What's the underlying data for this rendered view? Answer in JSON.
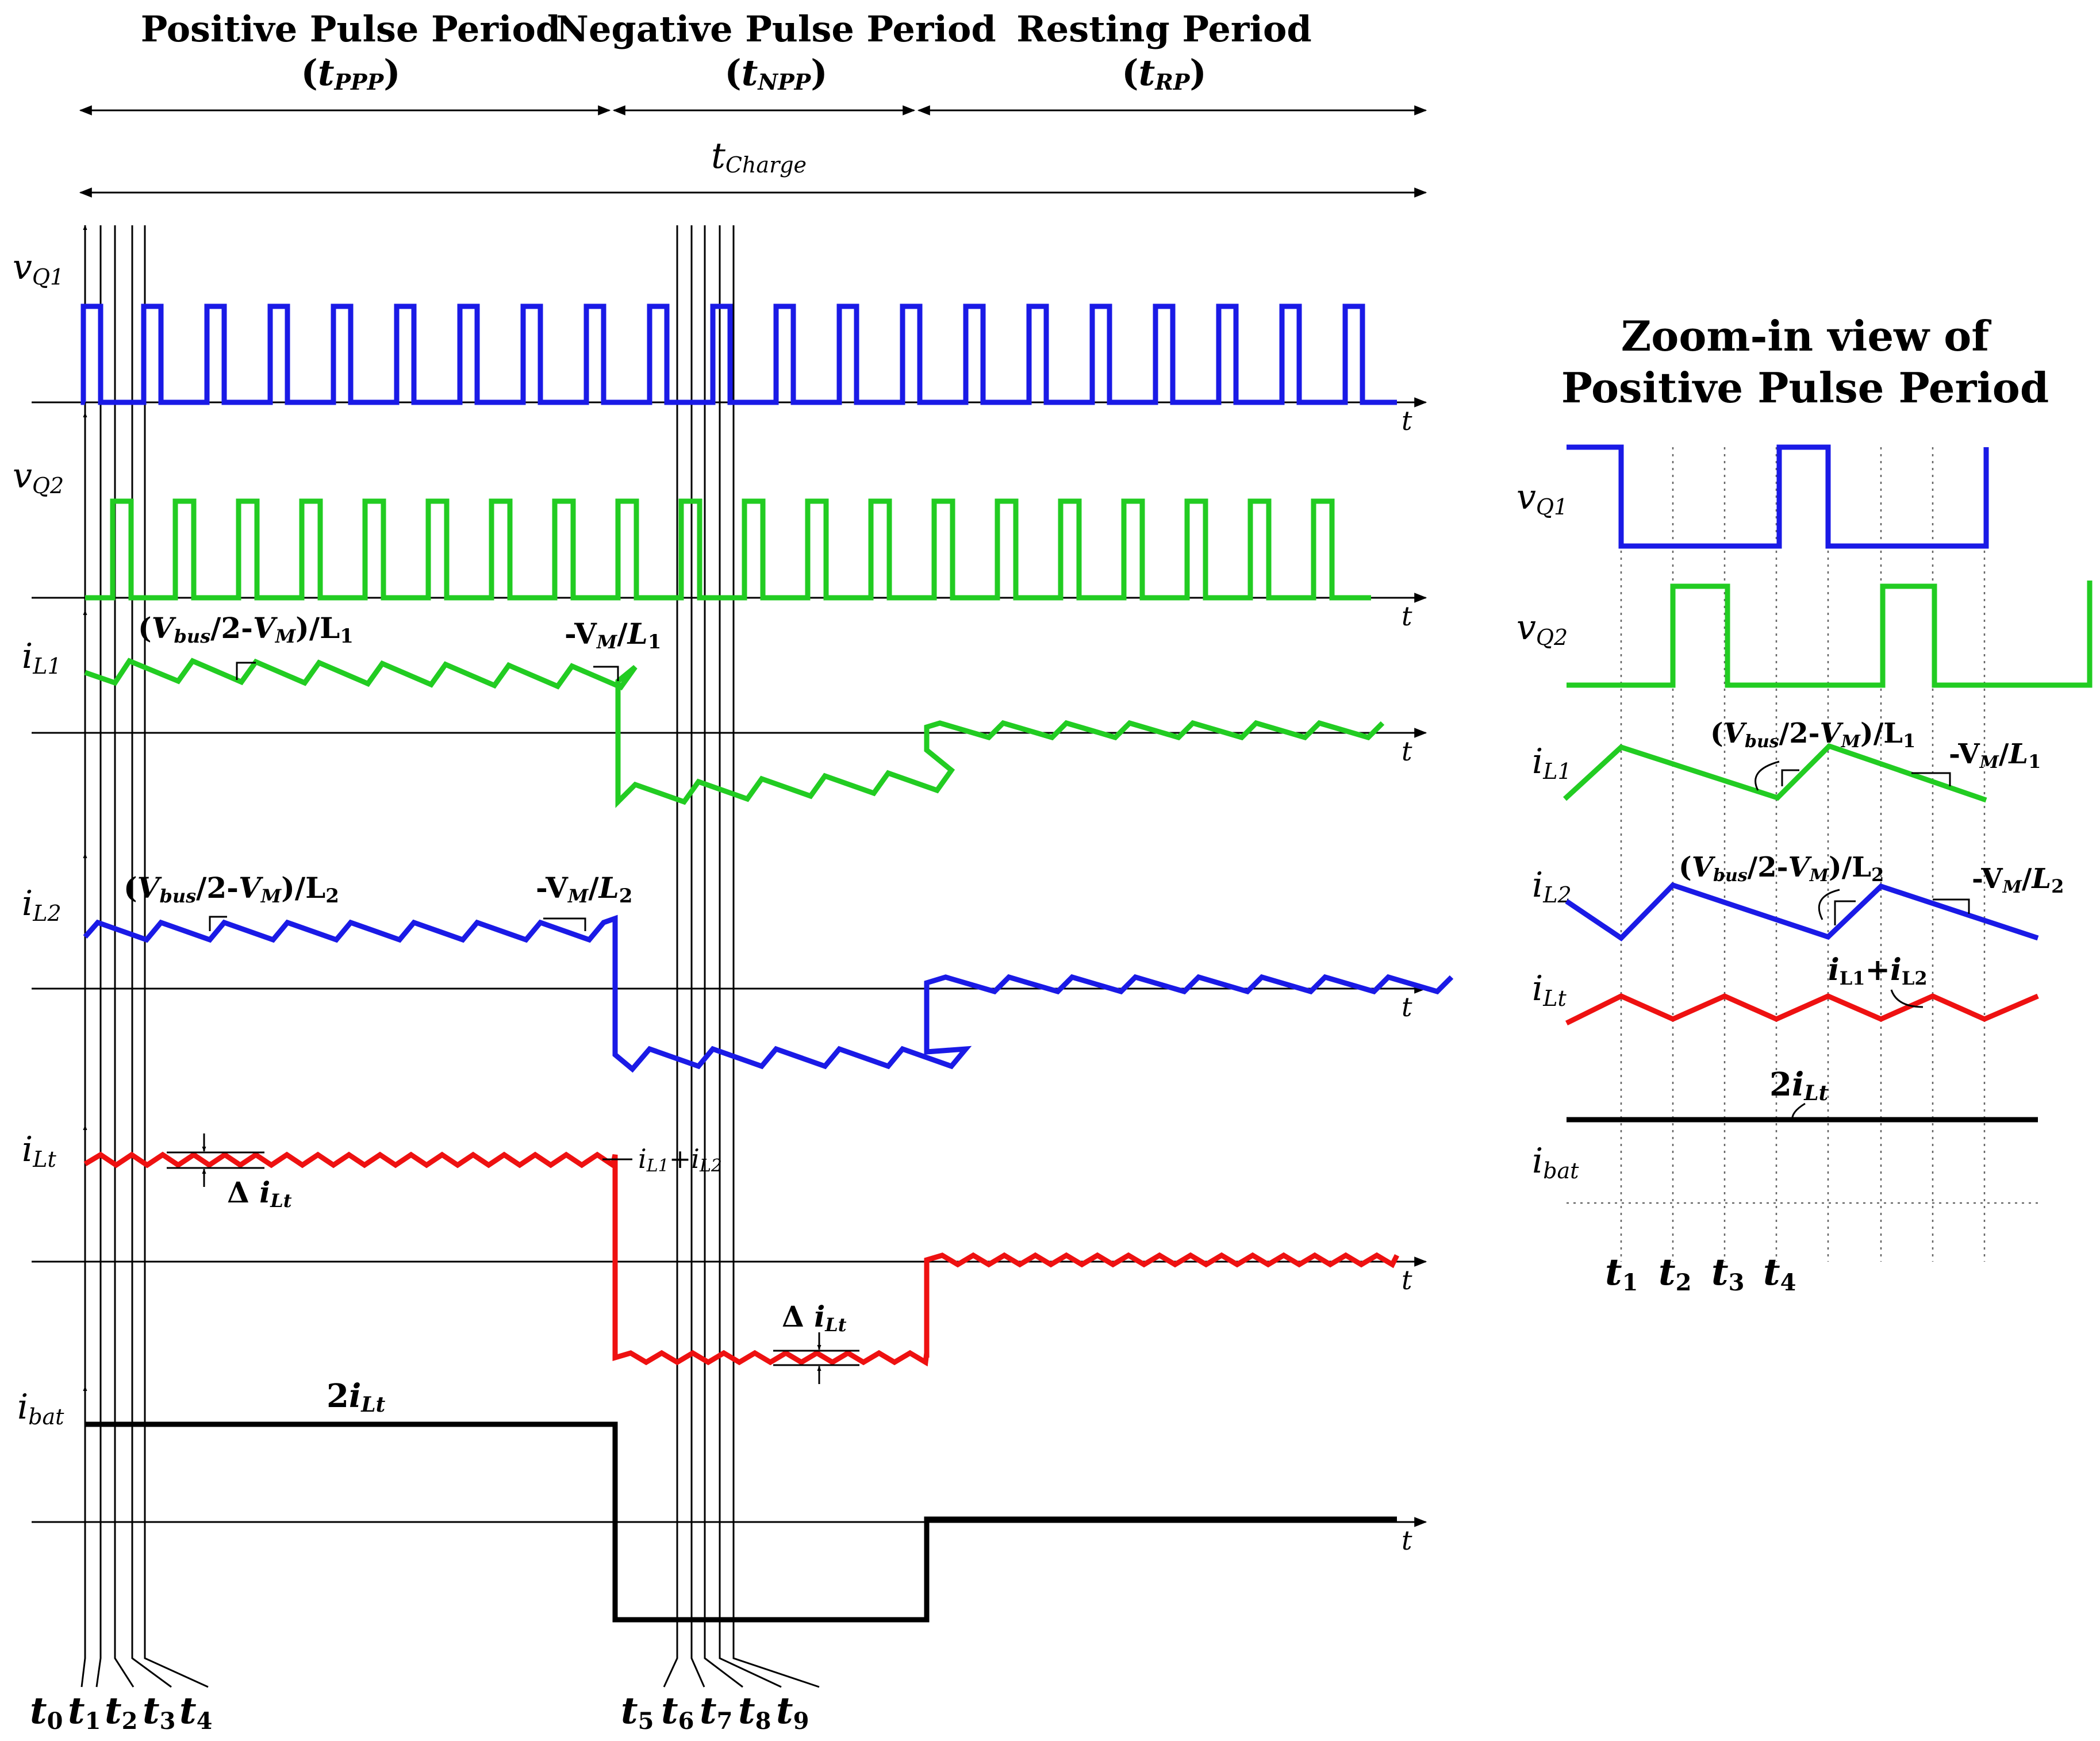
{
  "header": {
    "ppp_title": "Positive Pulse Period",
    "ppp_sub": "PPP",
    "npp_title": "Negative Pulse Period",
    "npp_sub": "NPP",
    "rp_title": "Resting Period",
    "rp_sub": "RP",
    "tcharge_sub": "Charge"
  },
  "axes": {
    "t": "t",
    "vq1_sub": "Q1",
    "vq2_sub": "Q2",
    "il1_sub": "L1",
    "il2_sub": "L2",
    "ilt_sub": "Lt",
    "ibat_sub": "bat"
  },
  "annotations": {
    "vbus_sub": "bus",
    "two_minus": "/2-",
    "vm_sub": "M",
    "over_l1": ")/L",
    "l1_num": "1",
    "l2_num": "2",
    "neg_vm": "-V",
    "delta": "Δ",
    "sum_l1": "L1",
    "plus": "+",
    "sum_l2": "L2",
    "two": "2"
  },
  "times": {
    "labels": [
      "0",
      "1",
      "2",
      "3",
      "4",
      "5",
      "6",
      "7",
      "8",
      "9"
    ]
  },
  "zoom": {
    "title_line1": "Zoom-in view of",
    "title_line2": "Positive Pulse Period",
    "times": [
      "1",
      "2",
      "3",
      "4"
    ]
  },
  "colors": {
    "vq1": "#1a1ae6",
    "vq2": "#22cc22",
    "il1": "#22cc22",
    "il2": "#1a1ae6",
    "ilt": "#ee1111",
    "ibat": "#000000"
  }
}
